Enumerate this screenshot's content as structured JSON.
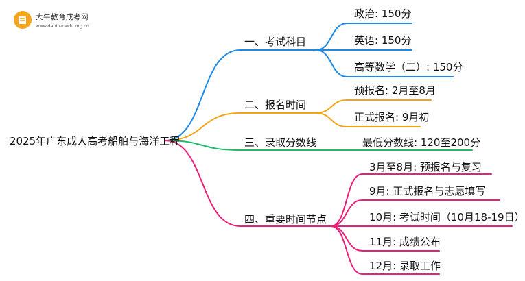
{
  "brand": {
    "name": "大牛教育成考网",
    "url": "www.daniuzuedu.org.cn"
  },
  "mindmap": {
    "root": "2025年广东成人高考船舶与海洋工程",
    "branches": [
      {
        "label": "一、考试科目",
        "color": "#1e88e5",
        "children": [
          "政治: 150分",
          "英语: 150分",
          "高等数学（二）: 150分"
        ]
      },
      {
        "label": "二、报名时间",
        "color": "#f5a316",
        "children": [
          "预报名: 2月至8月",
          "正式报名: 9月初"
        ]
      },
      {
        "label": "三、录取分数线",
        "color": "#1fba6a",
        "children": [
          "最低分数线: 120至200分"
        ]
      },
      {
        "label": "四、重要时间节点",
        "color": "#ea1f79",
        "children": [
          "3月至8月: 预报名与复习",
          "9月: 正式报名与志愿填写",
          "10月: 考试时间（10月18-19日）",
          "11月: 成绩公布",
          "12月: 录取工作"
        ]
      }
    ]
  }
}
